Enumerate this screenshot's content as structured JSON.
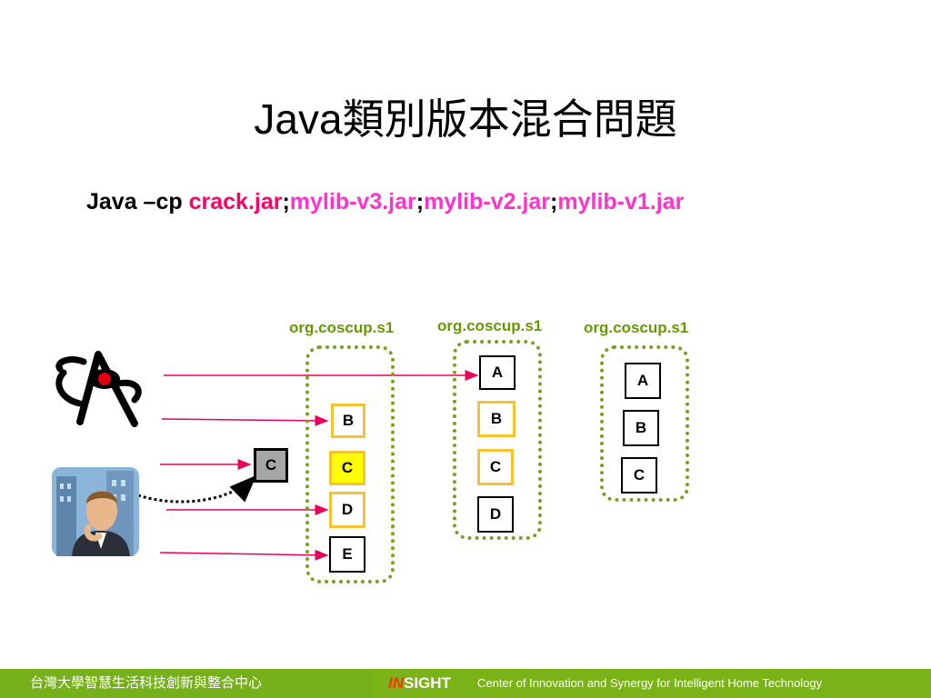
{
  "title": "Java類別版本混合問題",
  "command": {
    "prefix": "Java –cp ",
    "crack": "crack.jar",
    "sep1": ";",
    "v3": "mylib-v3.jar",
    "sep2": ";",
    "v2": "mylib-v2.jar",
    "sep3": ";",
    "v1": "mylib-v1.jar"
  },
  "packages": [
    {
      "label": "org.coscup.s1",
      "classes": [
        "B",
        "C",
        "D",
        "E"
      ]
    },
    {
      "label": "org.coscup.s1",
      "classes": [
        "A",
        "B",
        "C",
        "D"
      ]
    },
    {
      "label": "org.coscup.s1",
      "classes": [
        "A",
        "B",
        "C"
      ]
    }
  ],
  "crack_class": "C",
  "colors": {
    "command": "#000000",
    "crack": "#ff0066",
    "mylib": "#ff33cc",
    "package_label": "#669900",
    "package_border": "#77a020",
    "arrow": "#e8005a",
    "footer": "#7ab317"
  },
  "icons": [
    "java-duke-icon",
    "businessman-icon"
  ],
  "footer": {
    "left": "台灣大學智慧生活科技創新與整合中心",
    "logo_in": "IN",
    "logo_sight": "SIGHT",
    "tagline": "Center of Innovation and Synergy for Intelligent Home Technology"
  }
}
